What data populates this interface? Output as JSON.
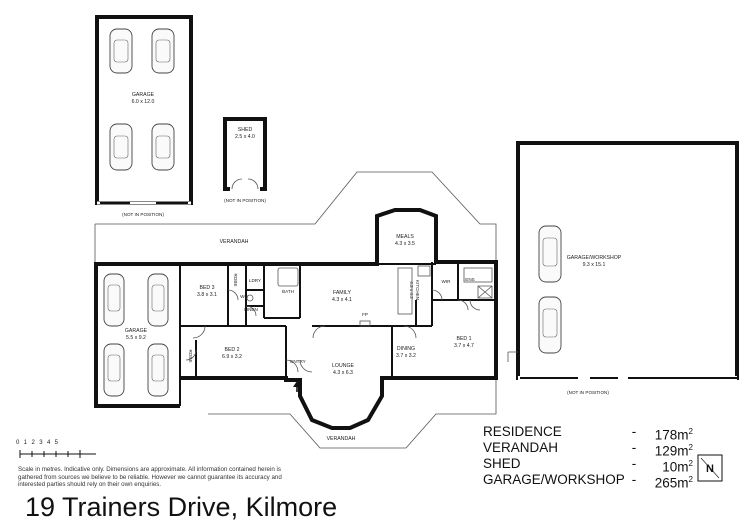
{
  "labels": {
    "garage_top": "GARAGE",
    "garage_top_dim": "6.0 x 12.0",
    "garage_top_note": "(NOT IN POSITION)",
    "shed": "SHED",
    "shed_dim": "2.5 x 4.0",
    "shed_note": "(NOT IN POSITION)",
    "verandah_top": "VERANDAH",
    "verandah_bottom": "VERANDAH",
    "meals": "MEALS",
    "meals_dim": "4.3 x 3.5",
    "family": "FAMILY",
    "family_dim": "4.3 x 4.1",
    "kitchen": "KITCHEN",
    "kitchen_dim": "4.3 x 4.2",
    "wir": "WIR",
    "ens": "ENS",
    "bed1": "BED 1",
    "bed1_dim": "3.7 x 4.7",
    "bed2": "BED 2",
    "bed2_dim": "6.9 x 3.2",
    "bed3": "BED 3",
    "bed3_dim": "3.8 x 3.1",
    "robe": "ROBE",
    "robe2": "ROBE",
    "ldry": "LDRY",
    "wc": "WC",
    "bath": "BATH",
    "linen": "LINEN",
    "entry": "ENTRY",
    "lounge": "LOUNGE",
    "lounge_dim": "4.3 x 6.3",
    "dining": "DINING",
    "dining_dim": "3.7 x 3.2",
    "garage_left": "GARAGE",
    "garage_left_dim": "5.5 x 9.2",
    "workshop": "GARAGE/WORKSHOP",
    "workshop_dim": "9.3 x 15.1",
    "workshop_note": "(NOT IN POSITION)",
    "fp": "FP"
  },
  "areas": [
    {
      "name": "RESIDENCE",
      "dash": "-",
      "value": "178m",
      "unit_sup": "2"
    },
    {
      "name": "VERANDAH",
      "dash": "-",
      "value": "129m",
      "unit_sup": "2"
    },
    {
      "name": "SHED",
      "dash": "-",
      "value": "10m",
      "unit_sup": "2"
    },
    {
      "name": "GARAGE/WORKSHOP",
      "dash": "-",
      "value": "265m",
      "unit_sup": "2"
    }
  ],
  "scale_numbers": "012345",
  "disclaimer": "Scale in metres. Indicative only. Dimensions are approximate. All information contained herein is gathered from sources we believe to be reliable. However we cannot guarantee its accuracy and interested parties should rely on their own enquiries.",
  "address": "19 Trainers Drive, Kilmore",
  "compass_letter": "N"
}
